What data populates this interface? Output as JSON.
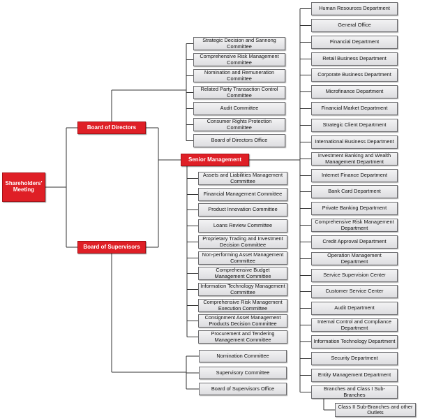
{
  "top": {
    "shareholders": "Shareholders' Meeting",
    "board_directors": "Board of Directors",
    "board_supervisors": "Board of Supervisors",
    "senior_management": "Senior Management"
  },
  "directors_committees": [
    "Strategic Decision and Sannong Committee",
    "Comprehensive Risk Management Committee",
    "Nomination and Remuneration Committee",
    "Related Party Transaction Control Committee",
    "Audit Committee",
    "Consumer Rights Protection Committee",
    "Board of Directors Office"
  ],
  "management_committees": [
    "Assets and Liabilities Management Committee",
    "Financial Management Committee",
    "Product Innovation Committee",
    "Loans Review Committee",
    "Proprietary Trading and Investment Decision Committee",
    "Non-performing Asset Management Committee",
    "Comprehensive Budget Management Committee",
    "Information Technology Management Committee",
    "Comprehensive Risk Management Execution Committee",
    "Consignment Asset Management Products Decision Committee",
    "Procurement and Tendering Management Committee"
  ],
  "supervisors_committees": [
    "Nomination Committee",
    "Supervisory Committee",
    "Board of Supervisors Office"
  ],
  "departments": [
    "Human Resources Department",
    "General Office",
    "Financial Department",
    "Retail Business Department",
    "Corporate Business Department",
    "Microfinance Department",
    "Financial Market Department",
    "Strategic Client Department",
    "International Business Department",
    "Investment Banking and Wealth Management Department",
    "Internet Finance Department",
    "Bank Card Department",
    "Private Banking Department",
    "Comprehensive Risk Management Department",
    "Credit Approval Department",
    "Operation Management Department",
    "Service Supervision Center",
    "Customer Service Center",
    "Audit Department",
    "Internal Control and Compliance Department",
    "Information Technology Department",
    "Security Department",
    "Entity Management Department",
    "Branches and Class I Sub-Branches"
  ],
  "sub_outlets": "Class II Sub-Branches and other Outlets",
  "colors": {
    "accent_red": "#df1f26",
    "box_gray": "#e6e6e8",
    "line": "#333333"
  }
}
